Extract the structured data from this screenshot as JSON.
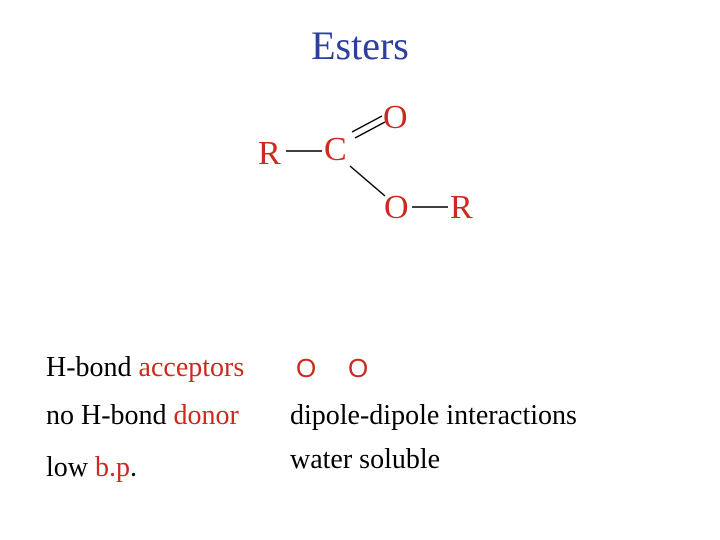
{
  "title": "Esters",
  "structure": {
    "atoms": {
      "r_left": "R",
      "c_center": "C",
      "o_carbonyl": "O",
      "o_ether": "O",
      "r_right": "R"
    }
  },
  "lines": {
    "acceptors_prefix": "H-bond ",
    "acceptors_highlight": "acceptors",
    "acceptor_o1": "O",
    "acceptor_o2": "O",
    "donor_prefix": "no H-bond ",
    "donor_highlight": "donor",
    "dipole": "dipole-dipole interactions",
    "water": "water soluble",
    "low_prefix": "low ",
    "low_highlight": "b.p",
    "low_suffix": "."
  },
  "colors": {
    "title": "#2f3fa0",
    "accent": "#cc2a1e",
    "atom_letters": "#cc2a1e",
    "bonds": "#000000",
    "o_label": "#cc2a1e"
  }
}
